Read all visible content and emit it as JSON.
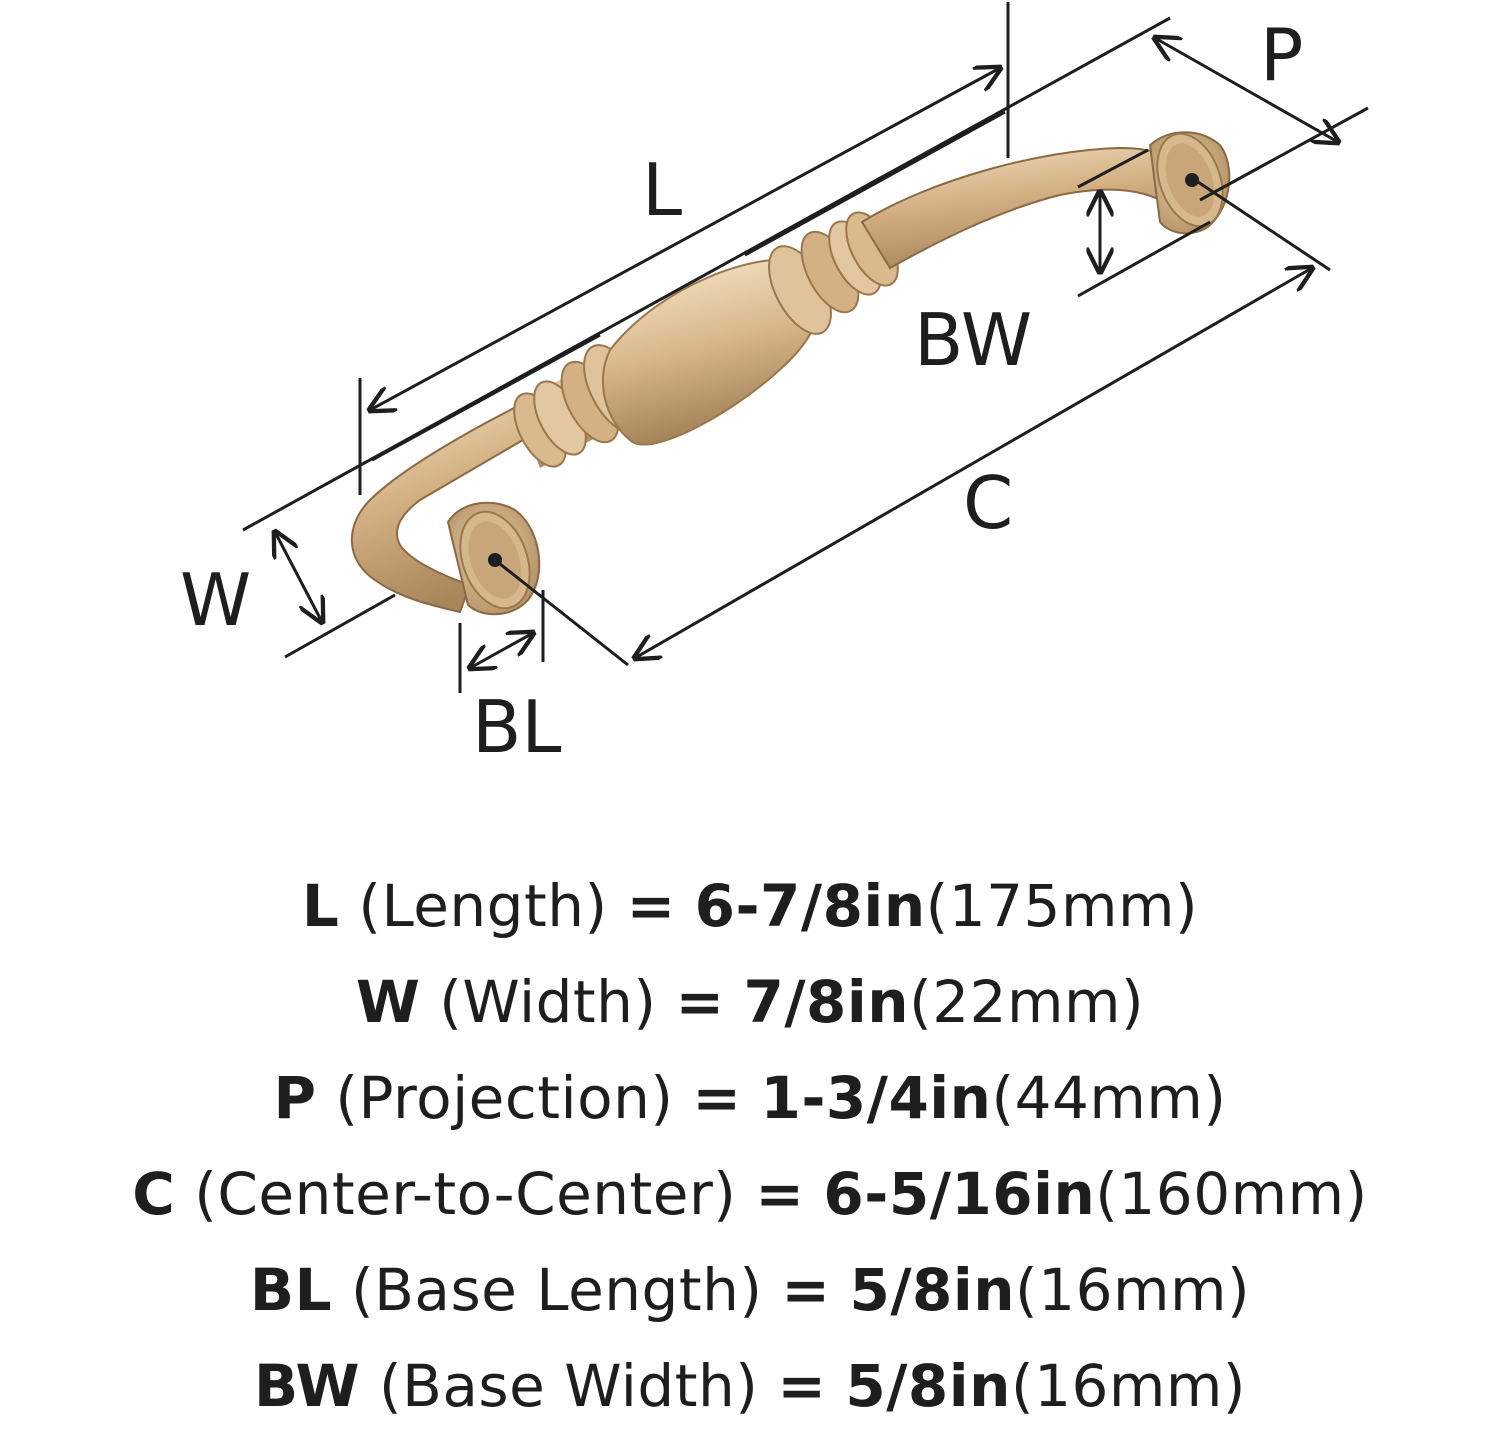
{
  "colors": {
    "ink": "#1e1e1e",
    "brass_light": "#ecd6b3",
    "brass_mid": "#d3b084",
    "brass_dark": "#a98659",
    "brass_shadow": "#8a6a44"
  },
  "labels": {
    "L": "L",
    "P": "P",
    "W": "W",
    "BW": "BW",
    "C": "C",
    "BL": "BL"
  },
  "specs": [
    {
      "code": "L",
      "name": "(Length)",
      "eq": "=",
      "imperial": "6-7/8in",
      "metric": "(175mm)"
    },
    {
      "code": "W",
      "name": "(Width)",
      "eq": "=",
      "imperial": "7/8in",
      "metric": "(22mm)"
    },
    {
      "code": "P",
      "name": "(Projection)",
      "eq": "=",
      "imperial": "1-3/4in",
      "metric": "(44mm)"
    },
    {
      "code": "C",
      "name": "(Center-to-Center)",
      "eq": "=",
      "imperial": "6-5/16in",
      "metric": "(160mm)"
    },
    {
      "code": "BL",
      "name": "(Base Length)",
      "eq": "=",
      "imperial": "5/8in",
      "metric": "(16mm)"
    },
    {
      "code": "BW",
      "name": "(Base Width)",
      "eq": "=",
      "imperial": "5/8in",
      "metric": "(16mm)"
    }
  ]
}
